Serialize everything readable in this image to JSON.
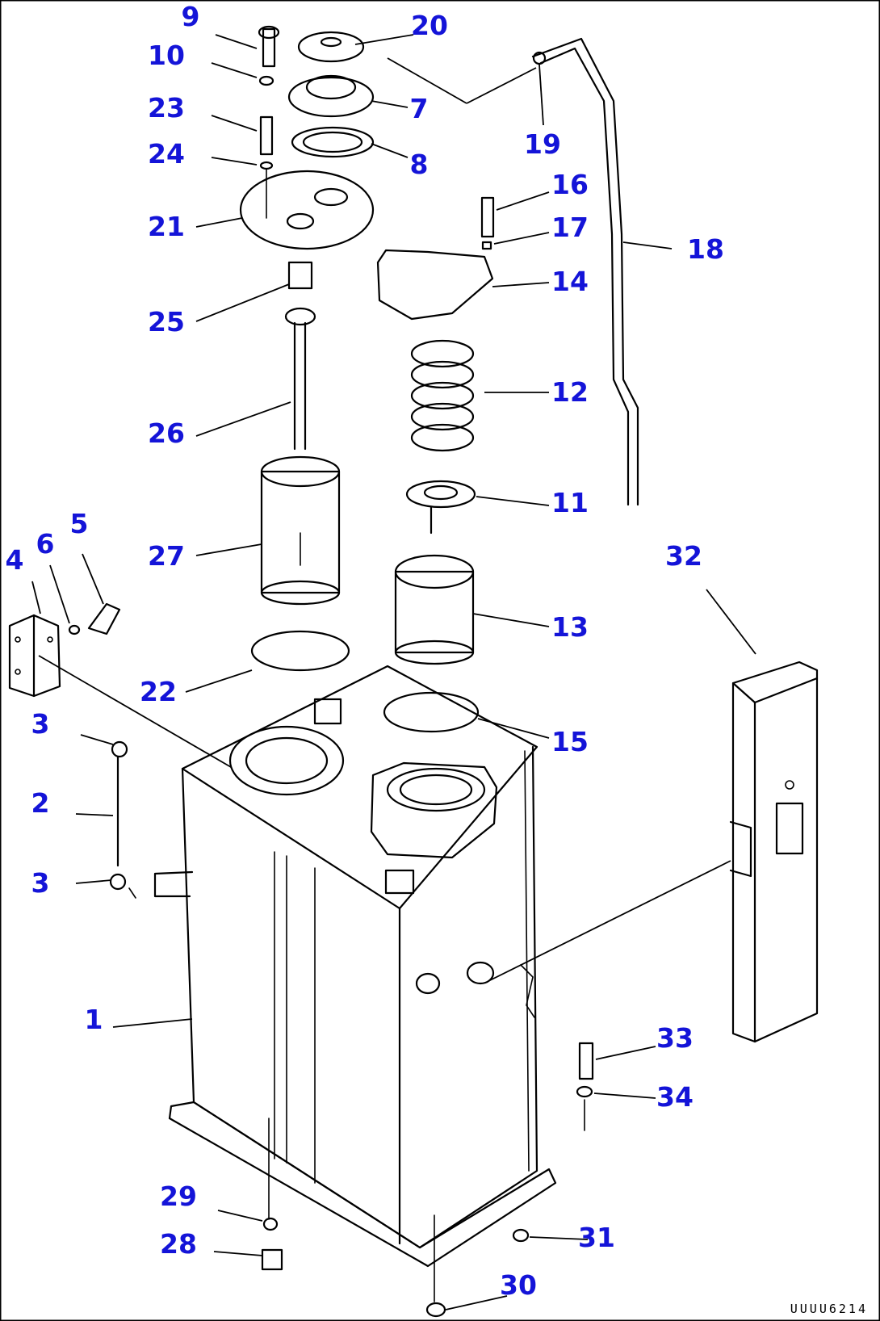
{
  "drawing": {
    "code": "UUUU6214",
    "line_color": "#000000",
    "callout_color": "#1414d8",
    "background": "#ffffff"
  },
  "callouts": [
    "1",
    "2",
    "3",
    "3",
    "4",
    "5",
    "6",
    "7",
    "8",
    "9",
    "10",
    "11",
    "12",
    "13",
    "14",
    "15",
    "16",
    "17",
    "18",
    "19",
    "20",
    "21",
    "22",
    "23",
    "24",
    "25",
    "26",
    "27",
    "28",
    "29",
    "30",
    "31",
    "32",
    "33",
    "34"
  ]
}
